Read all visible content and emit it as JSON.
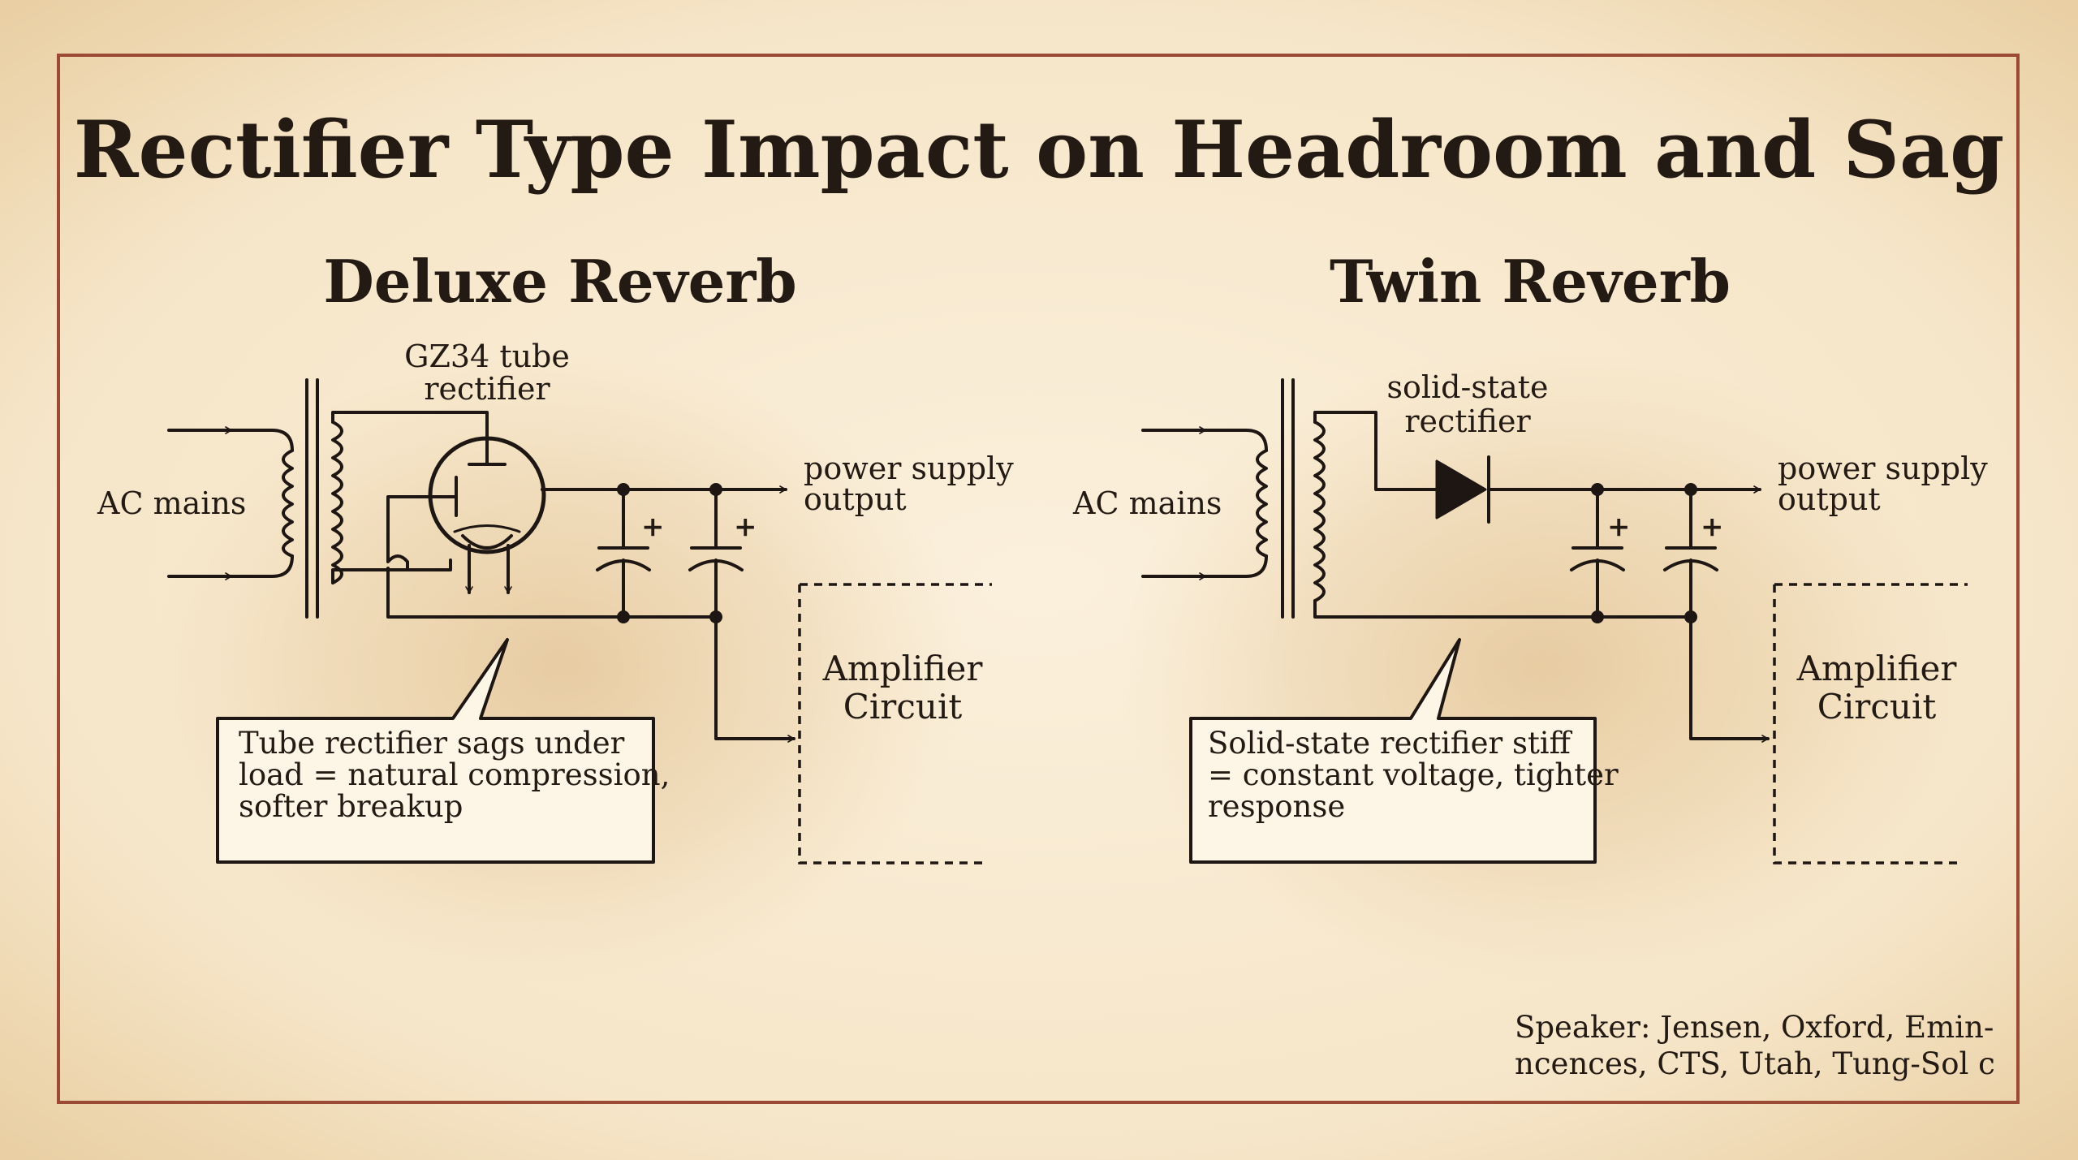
{
  "title": "Rectifier Type Impact on Headroom and Sag",
  "left": {
    "heading": "Deluxe Reverb",
    "ac_label": "AC mains",
    "rectifier_label": [
      "GZ34 tube",
      "rectifier"
    ],
    "output_label": [
      "power supply",
      "output"
    ],
    "cap_plus": "+",
    "amp_label": [
      "Amplifier",
      "Circuit"
    ],
    "callout": [
      "Tube rectifier sags under",
      "load = natural compression,",
      "softer breakup"
    ]
  },
  "right": {
    "heading": "Twin Reverb",
    "ac_label": "AC mains",
    "rectifier_label": [
      "solid-state",
      "rectifier"
    ],
    "output_label": [
      "power supply",
      "output"
    ],
    "cap_plus": "+",
    "amp_label": [
      "Amplifier",
      "Circuit"
    ],
    "callout": [
      "Solid-state rectifier stiff",
      "= constant voltage, tighter",
      "response"
    ]
  },
  "footer": [
    "Speaker: Jensen, Oxford, Emin-",
    "ncences, CTS, Utah, Tung-Sol c"
  ],
  "colors": {
    "paper": "#f5e6cc",
    "frame": "#9a4a35",
    "ink": "#1e1612"
  }
}
